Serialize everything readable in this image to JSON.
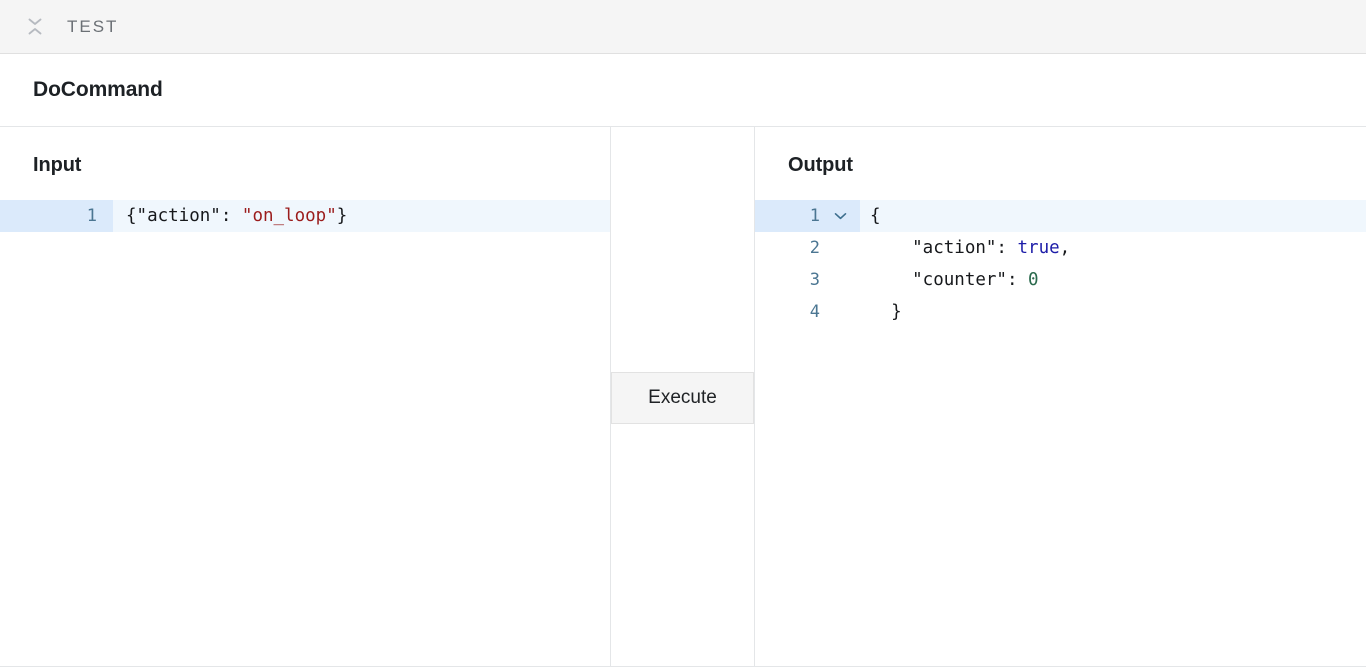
{
  "topbar": {
    "collapse_icon": "collapse-chevrons-icon",
    "title": "TEST"
  },
  "header": {
    "title": "DoCommand"
  },
  "input_pane": {
    "heading": "Input",
    "lines": [
      {
        "number": "1",
        "active": true,
        "tokens": [
          {
            "text": "{\"action\": ",
            "type": "plain"
          },
          {
            "text": "\"on_loop\"",
            "type": "string"
          },
          {
            "text": "}",
            "type": "plain"
          }
        ],
        "raw": "{\"action\": \"on_loop\"}"
      }
    ]
  },
  "middle_pane": {
    "execute_label": "Execute"
  },
  "output_pane": {
    "heading": "Output",
    "lines": [
      {
        "number": "1",
        "active": true,
        "fold": "chevron-down-icon",
        "tokens": [
          {
            "text": "{",
            "type": "plain"
          }
        ],
        "raw": "{"
      },
      {
        "number": "2",
        "active": false,
        "fold": "",
        "tokens": [
          {
            "text": "    \"action\": ",
            "type": "plain"
          },
          {
            "text": "true",
            "type": "bool"
          },
          {
            "text": ",",
            "type": "plain"
          }
        ],
        "raw": "    \"action\": true,"
      },
      {
        "number": "3",
        "active": false,
        "fold": "",
        "tokens": [
          {
            "text": "    \"counter\": ",
            "type": "plain"
          },
          {
            "text": "0",
            "type": "number"
          }
        ],
        "raw": "    \"counter\": 0"
      },
      {
        "number": "4",
        "active": false,
        "fold": "",
        "tokens": [
          {
            "text": "  }",
            "type": "plain"
          }
        ],
        "raw": "  }"
      }
    ]
  },
  "colors": {
    "topbar_bg": "#f5f5f5",
    "border": "#e4e6e8",
    "active_line_bg": "#f0f7fd",
    "active_gutter_bg": "#dbeafb",
    "gutter_text": "#4b7692",
    "string_value": "#9b1c1c",
    "boolean_value": "#1d1da8",
    "number_value": "#2a6a4d",
    "button_bg": "#f5f5f5"
  }
}
